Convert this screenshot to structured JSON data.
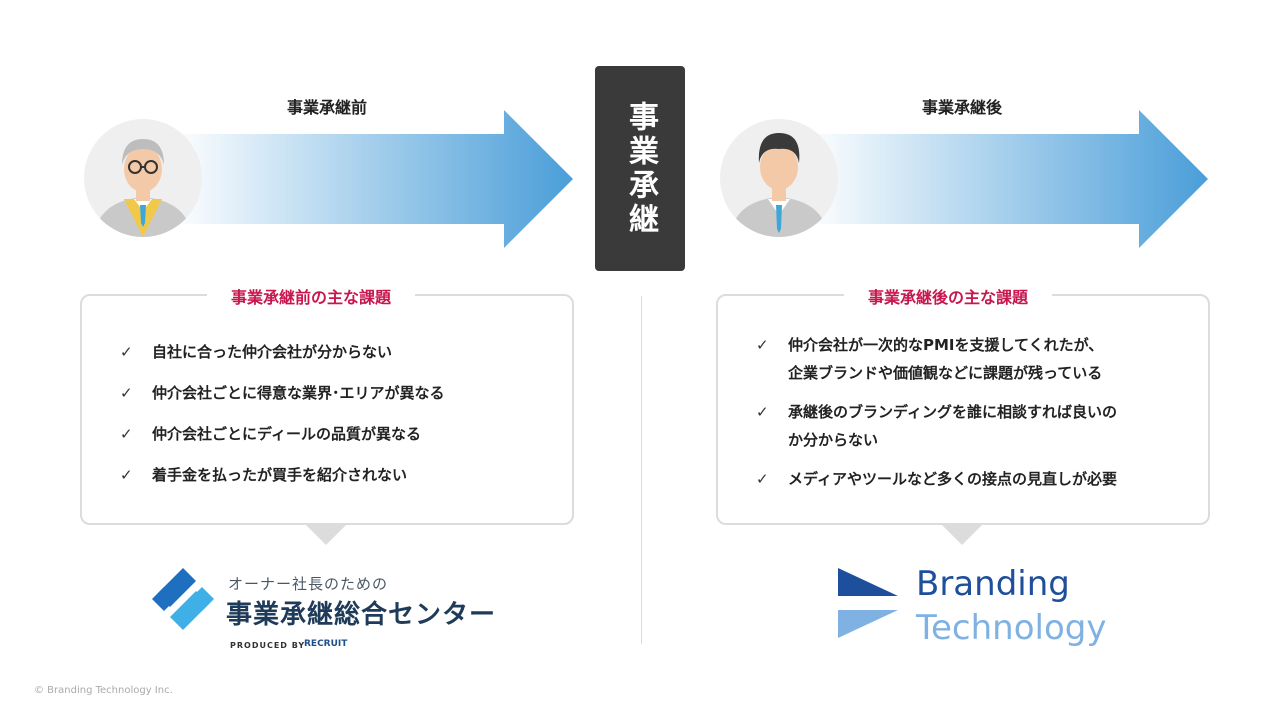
{
  "header": {
    "before_label": "事業承継前",
    "center_label": "事業承継",
    "after_label": "事業承継後"
  },
  "left_card": {
    "title": "事業承継前の主な課題",
    "items": [
      "自社に合った仲介会社が分からない",
      "仲介会社ごとに得意な業界･エリアが異なる",
      "仲介会社ごとにディールの品質が異なる",
      "着手金を払ったが買手を紹介されない"
    ]
  },
  "right_card": {
    "title": "事業承継後の主な課題",
    "items": [
      [
        "仲介会社が一次的なPMIを支援してくれたが、",
        "企業ブランドや価値観などに課題が残っている"
      ],
      [
        "承継後のブランディングを誰に相談すれば良いの",
        "か分からない"
      ],
      [
        "メディアやツールなど多くの接点の見直しが必要"
      ]
    ]
  },
  "logos": {
    "left_small": "オーナー社長のための",
    "left_big": "事業承継総合センター",
    "produced_by": "PRODUCED BY",
    "recruit": "RECRUIT",
    "right_line1": "Branding",
    "right_line2": "Technology"
  },
  "footer": {
    "copyright": "© Branding Technology Inc."
  },
  "icons": {
    "check": "✓"
  },
  "colors": {
    "accent": "#c8174f",
    "arrow_blue": "#4a9ed9",
    "center_box": "#3a3a3a"
  }
}
